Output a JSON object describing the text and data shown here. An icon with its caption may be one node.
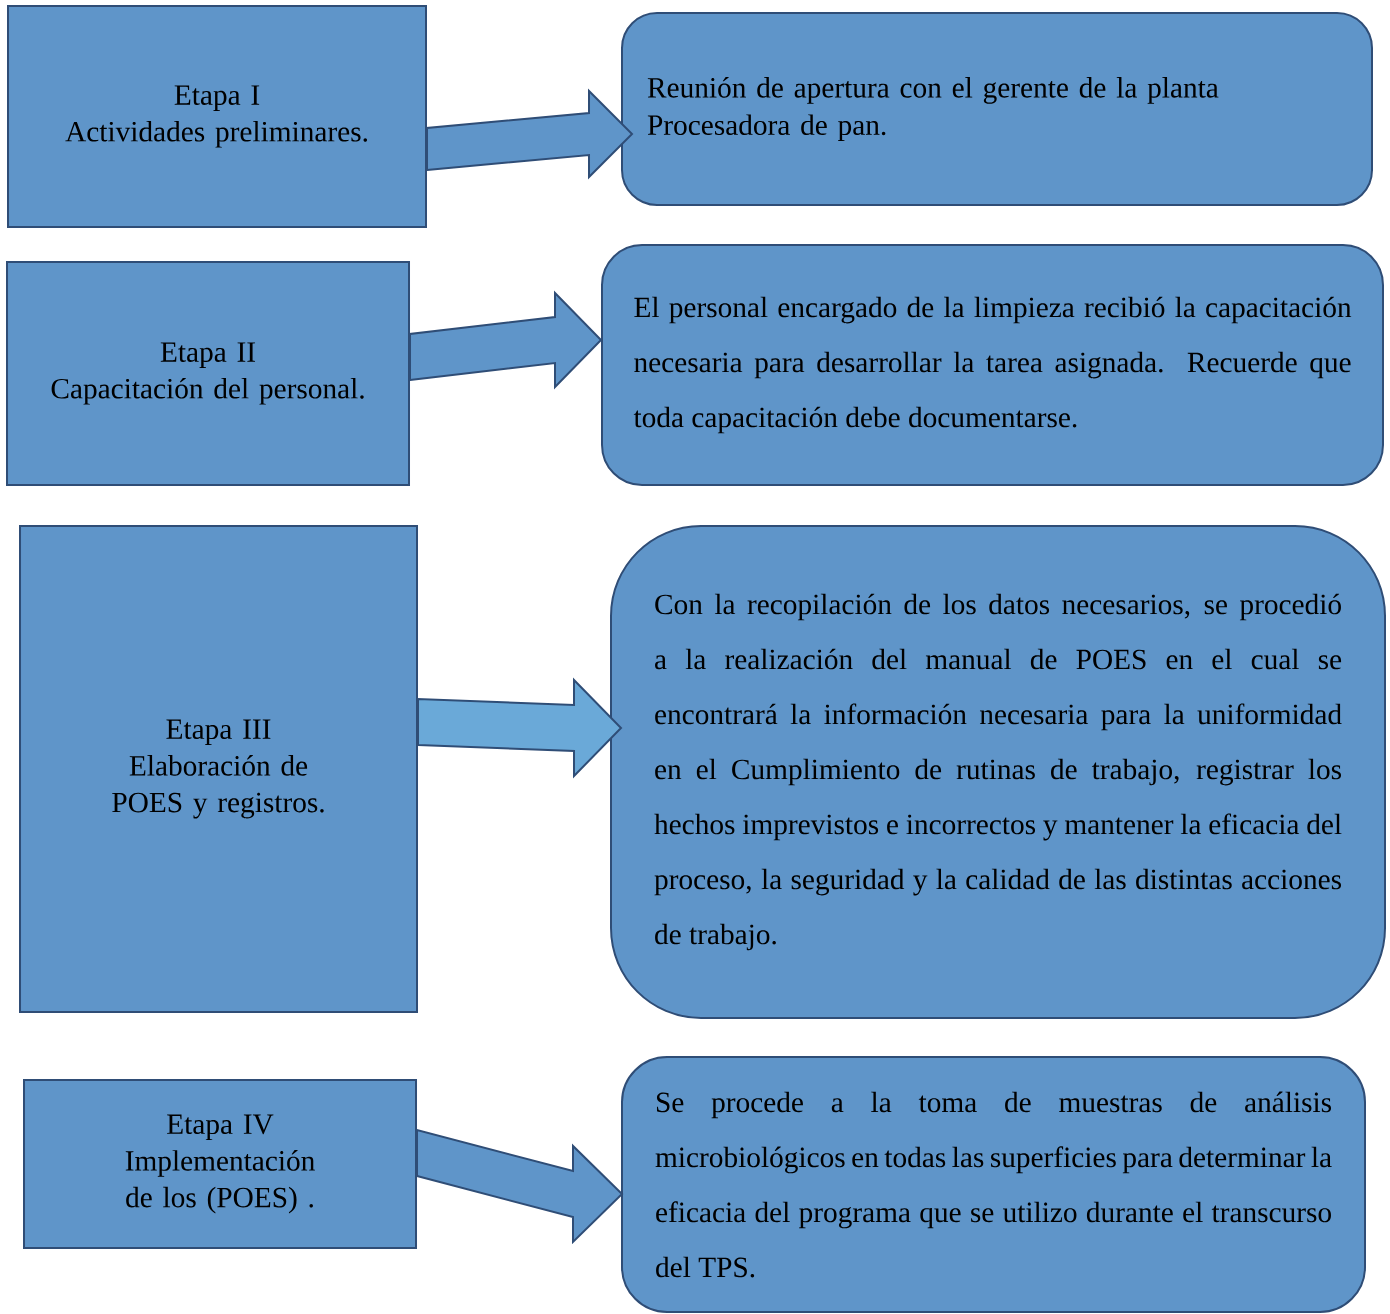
{
  "diagram": {
    "nodes": [
      {
        "text": [
          "Etapa I",
          "Actividades preliminares."
        ]
      },
      {
        "text": [
          "Reunión de apertura con el gerente de la planta Procesadora de pan."
        ]
      },
      {
        "text": [
          "Etapa II",
          "Capacitación del personal."
        ]
      },
      {
        "text": [
          "El personal encargado de la limpieza recibió la capacitación necesaria para desarrollar la tarea asignada. Recuerde que toda capacitación debe documentarse."
        ]
      },
      {
        "text": [
          "Etapa III",
          "Elaboración de POES y registros."
        ]
      },
      {
        "text": [
          "Con la recopilación de los datos necesarios, se procedió a la realización del manual de POES en el cual se encontrará la información necesaria para la uniformidad en el Cumplimiento de rutinas de trabajo, registrar los hechos imprevistos e incorrectos y mantener la eficacia del proceso, la seguridad y la calidad de las distintas acciones de trabajo."
        ]
      },
      {
        "text": [
          "Etapa IV",
          "Implementación de los (POES) ."
        ]
      },
      {
        "text": [
          "Se procede a la toma de muestras de análisis microbiológicos en todas las superficies para determinar la eficacia del programa que se utilizo durante el transcurso del TPS."
        ]
      }
    ],
    "edges": [
      {
        "from": 0,
        "to": 1,
        "arrow": "to"
      },
      {
        "from": 2,
        "to": 3,
        "arrow": "to"
      },
      {
        "from": 4,
        "to": 5,
        "arrow": "to",
        "color": "#6aa9d8"
      },
      {
        "from": 6,
        "to": 7,
        "arrow": "to"
      }
    ]
  }
}
